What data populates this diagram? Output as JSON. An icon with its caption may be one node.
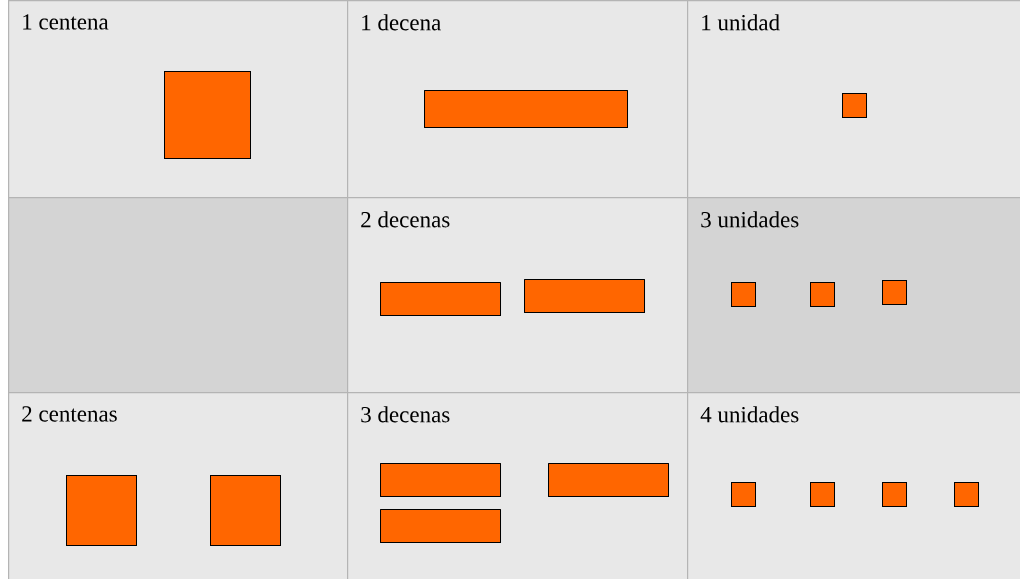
{
  "diagram": {
    "nodes": [
      {
        "text": [
          "1 centena"
        ]
      },
      {
        "text": [],
        "shape": "box",
        "in": 0
      },
      {
        "text": [
          "1 decena"
        ]
      },
      {
        "text": [],
        "shape": "bar",
        "in": 2
      },
      {
        "text": [
          "1 unidad"
        ]
      },
      {
        "text": [],
        "shape": "box",
        "in": 4
      },
      {
        "text": [],
        "shape": "box"
      },
      {
        "text": [
          "2 decenas"
        ]
      },
      {
        "text": [],
        "shape": "bar",
        "in": 7
      },
      {
        "text": [],
        "shape": "bar",
        "in": 7
      },
      {
        "text": [
          "3 unidades"
        ]
      },
      {
        "text": [],
        "shape": "box",
        "in": 10
      },
      {
        "text": [],
        "shape": "box",
        "in": 10
      },
      {
        "text": [],
        "shape": "box",
        "in": 10
      },
      {
        "text": [
          "2 centenas"
        ]
      },
      {
        "text": [],
        "shape": "box",
        "in": 14
      },
      {
        "text": [],
        "shape": "box",
        "in": 14
      },
      {
        "text": [
          "3 decenas"
        ]
      },
      {
        "text": [],
        "shape": "bar",
        "in": 17
      },
      {
        "text": [],
        "shape": "bar",
        "in": 17
      },
      {
        "text": [],
        "shape": "bar",
        "in": 17
      },
      {
        "text": [
          "4 unidades"
        ]
      },
      {
        "text": [],
        "shape": "box",
        "in": 21
      },
      {
        "text": [],
        "shape": "box",
        "in": 21
      },
      {
        "text": [],
        "shape": "box",
        "in": 21
      },
      {
        "text": [],
        "shape": "box",
        "in": 21
      }
    ]
  }
}
